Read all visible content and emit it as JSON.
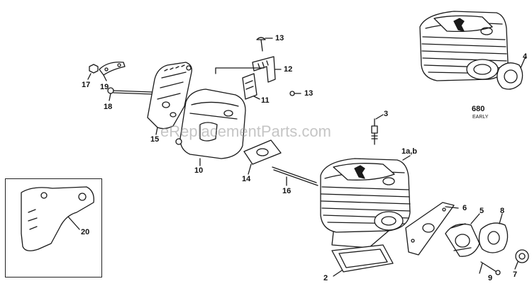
{
  "diagram": {
    "labels": {
      "p1ab": "1a,b",
      "p2": "2",
      "p3": "3",
      "p4": "4",
      "p5": "5",
      "p6": "6",
      "p7": "7",
      "p8": "8",
      "p9": "9",
      "p10": "10",
      "p11": "11",
      "p12": "12",
      "p13a": "13",
      "p13b": "13",
      "p14": "14",
      "p15": "15",
      "p16": "16",
      "p17": "17",
      "p18": "18",
      "p19": "19",
      "p20": "20"
    },
    "model_number": "680",
    "model_note": "EARLY",
    "watermark": "eReplacementParts.com"
  }
}
